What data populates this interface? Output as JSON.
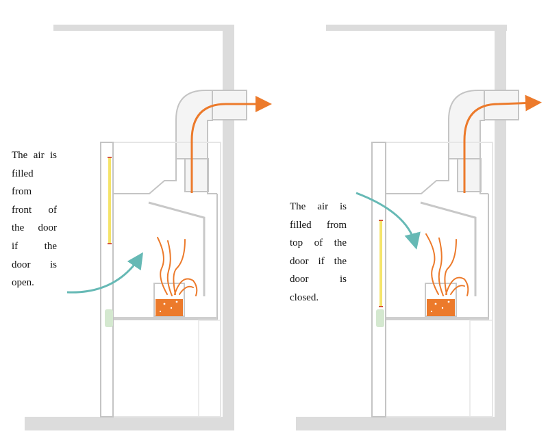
{
  "panels": [
    {
      "id": "sash-open",
      "caption_lines": [
        "The air is",
        "filled",
        "from",
        "front of",
        "the door",
        "if the",
        "door is",
        "open."
      ]
    },
    {
      "id": "sash-closed",
      "caption_lines": [
        "The air is",
        "filled from",
        "top of the",
        "door if the",
        "door is",
        "closed."
      ]
    }
  ],
  "colors": {
    "structure": "#dcdcdc",
    "outline": "#c4c4c4",
    "exhaust_arrow": "#ec7a2b",
    "intake_arrow": "#66b9b5",
    "gauge": "#f5e46a",
    "gauge_mark": "#d5553d",
    "liquid": "#ec7a2b",
    "fume": "#ec7a2b",
    "handle": "#d4e8cf"
  }
}
